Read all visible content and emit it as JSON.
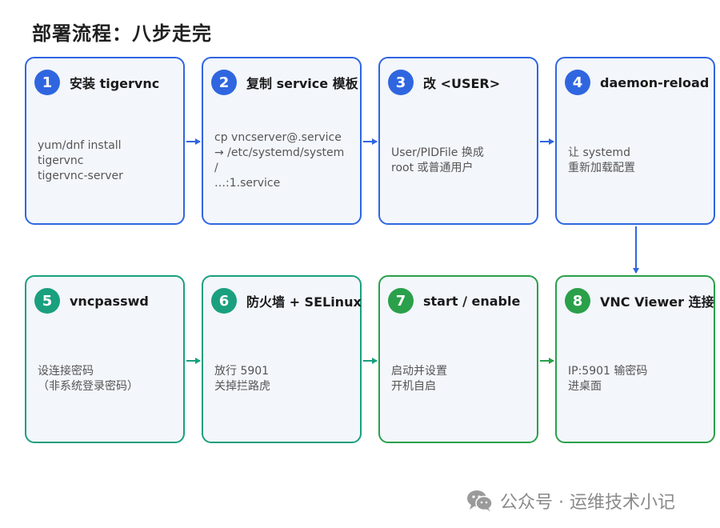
{
  "title": "部署流程：八步走完",
  "steps": [
    {
      "num": "1",
      "title": "安装 tigervnc",
      "lines": [
        "yum/dnf install",
        "tigervnc",
        "tigervnc-server"
      ]
    },
    {
      "num": "2",
      "title": "复制 service 模板",
      "lines": [
        "cp vncserver@.service",
        "→ /etc/systemd/system",
        "/",
        "…:1.service"
      ]
    },
    {
      "num": "3",
      "title": "改 <USER>",
      "lines": [
        "User/PIDFile 换成",
        "root 或普通用户"
      ]
    },
    {
      "num": "4",
      "title": "daemon-reload",
      "lines": [
        "让 systemd",
        "重新加载配置"
      ]
    },
    {
      "num": "5",
      "title": "vncpasswd",
      "lines": [
        "设连接密码",
        "（非系统登录密码）"
      ]
    },
    {
      "num": "6",
      "title": "防火墙 + SELinux",
      "lines": [
        "放行 5901",
        "关掉拦路虎"
      ]
    },
    {
      "num": "7",
      "title": "start / enable",
      "lines": [
        "启动并设置",
        "开机自启"
      ]
    },
    {
      "num": "8",
      "title": "VNC Viewer 连接",
      "lines": [
        "IP:5901 输密码",
        "进桌面"
      ]
    }
  ],
  "footer": {
    "label": "公众号 · 运维技术小记",
    "icon": "wechat-icon"
  },
  "colors": {
    "blue": "#2f66e0",
    "teal": "#1aa07e",
    "green": "#2aa04a",
    "card_bg": "#f3f6fb"
  }
}
